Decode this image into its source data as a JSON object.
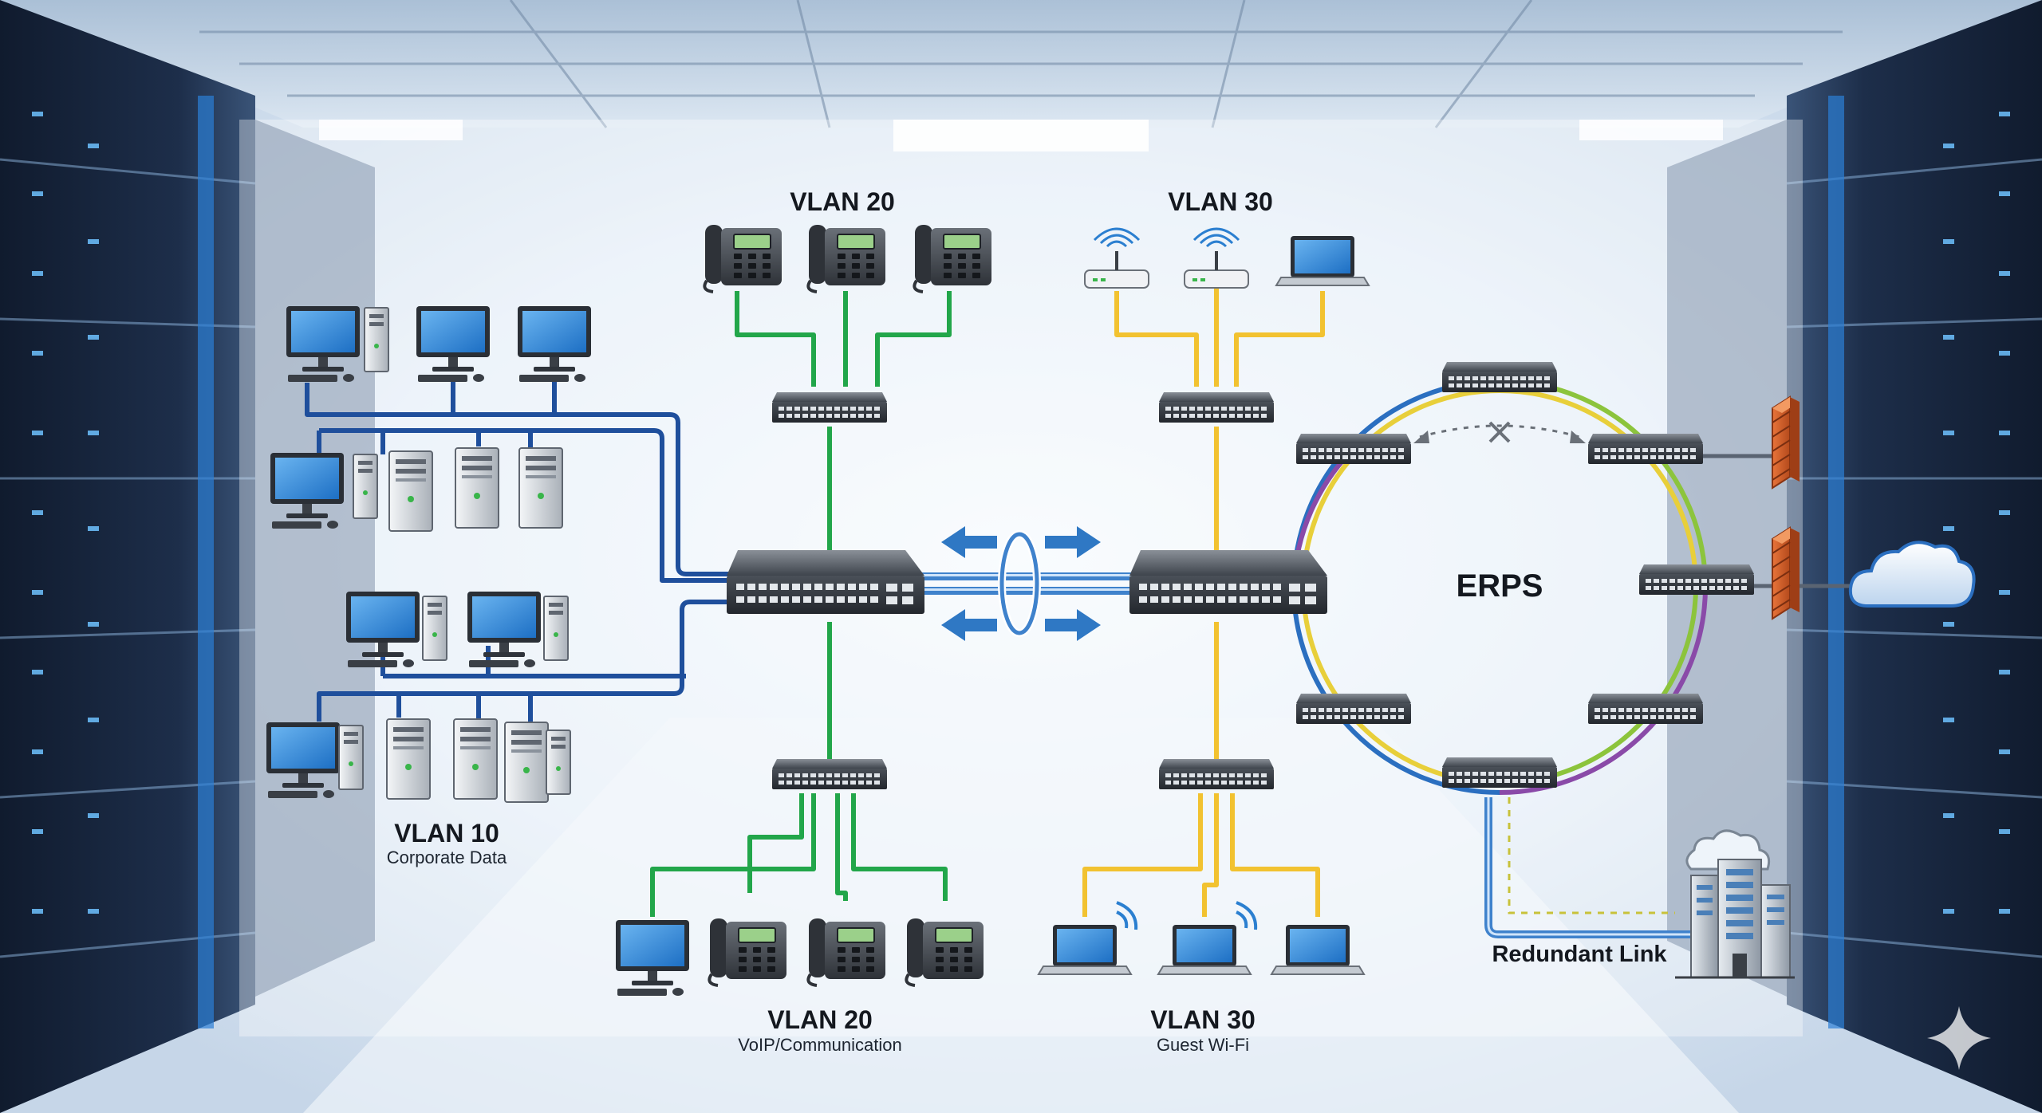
{
  "diagram": {
    "labels": {
      "vlan20_top": "VLAN 20",
      "vlan30_top": "VLAN 30",
      "vlan10": "VLAN 10",
      "vlan10_sub": "Corporate Data",
      "vlan20_bottom": "VLAN 20",
      "vlan20_sub": "VoIP/Communication",
      "vlan30_bottom": "VLAN 30",
      "vlan30_sub": "Guest Wi-Fi",
      "erps": "ERPS",
      "redundant": "Redundant Link"
    },
    "colors": {
      "vlan10": "#1f4f9c",
      "vlan20": "#22a64a",
      "vlan30": "#f2c230",
      "ring_blue": "#2b6fc0",
      "ring_green": "#8cc43c",
      "ring_purple": "#8a4aa8",
      "ring_yellow": "#e8cf3a",
      "trunk": "#4a8fd8",
      "firewall": "#d9602a",
      "background": "#dfeaf5"
    },
    "icons": [
      "desktop-pc-icon",
      "tower-server-icon",
      "ip-phone-icon",
      "wifi-router-icon",
      "laptop-icon",
      "network-switch-icon",
      "firewall-icon",
      "cloud-icon",
      "datacenter-building-icon",
      "sparkle-icon"
    ]
  }
}
